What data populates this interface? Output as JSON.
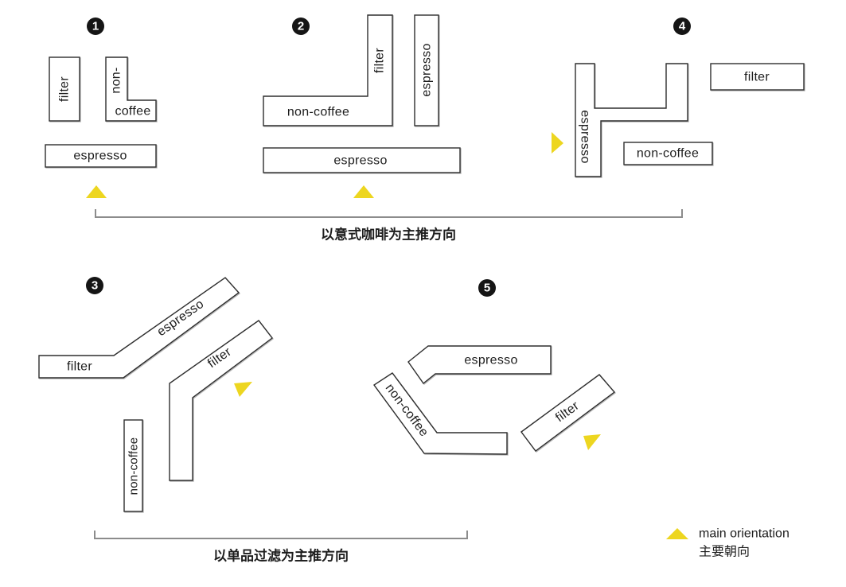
{
  "colors": {
    "accent_yellow": "#EDD620",
    "outline": "#2E2E2E",
    "bracket": "#8C8C8C",
    "badge_bg": "#151515"
  },
  "labels": {
    "filter": "filter",
    "espresso": "espresso",
    "non_coffee": "non-coffee",
    "non_prefix": "non-",
    "coffee_suffix": "coffee"
  },
  "layouts": [
    {
      "number": "1"
    },
    {
      "number": "2"
    },
    {
      "number": "3"
    },
    {
      "number": "4"
    },
    {
      "number": "5"
    }
  ],
  "group_captions": {
    "espresso_main": "以意式咖啡为主推方向",
    "filter_main": "以单品过滤为主推方向"
  },
  "legend": {
    "en": "main orientation",
    "zh": "主要朝向"
  }
}
